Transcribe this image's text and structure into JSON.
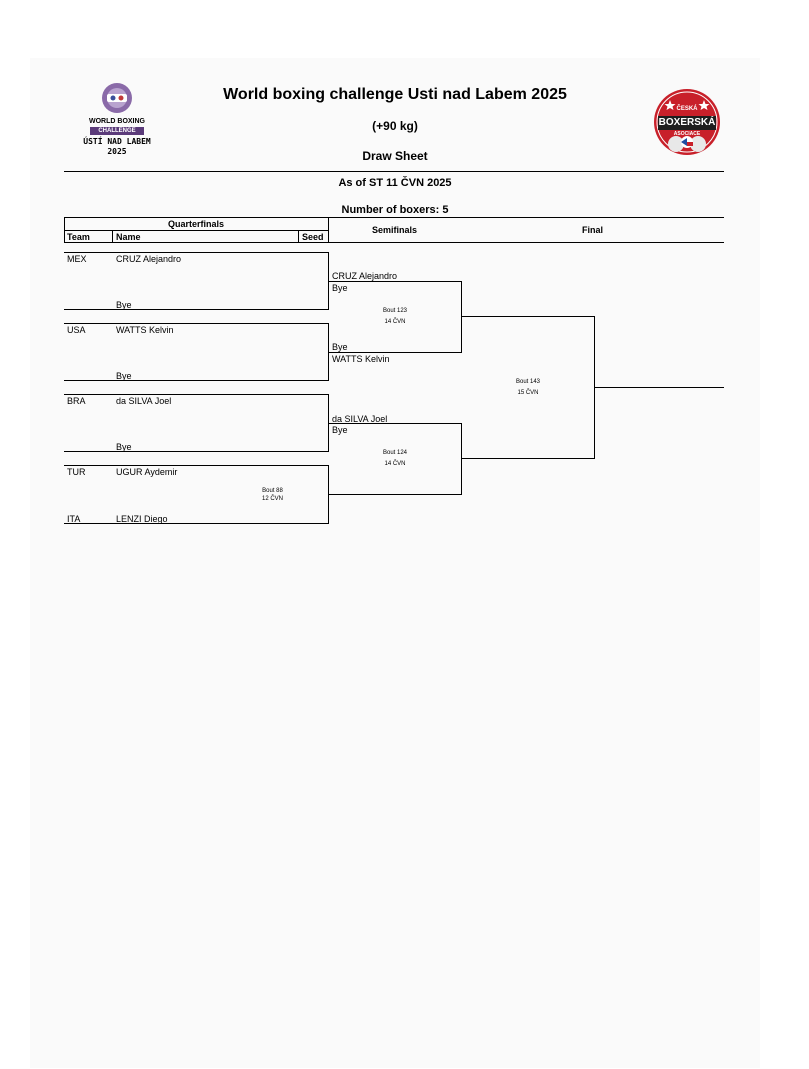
{
  "header": {
    "event_title": "World boxing challenge Usti nad Labem 2025",
    "weight_class": "(+90 kg)",
    "sheet_title": "Draw Sheet",
    "as_of": "As of ST 11 ČVN 2025",
    "boxer_count": "Number of boxers: 5"
  },
  "logo_left": {
    "line1": "WORLD BOXING",
    "line2": "CHALLENGE",
    "line3": "ÚSTÍ NAD LABEM",
    "line4": "2025"
  },
  "logo_right": {
    "line1": "ČESKÁ",
    "line2": "BOXERSKÁ",
    "line3": "ASOCIACE"
  },
  "columns": {
    "quarterfinals": "Quarterfinals",
    "team": "Team",
    "name": "Name",
    "seed": "Seed",
    "semifinals": "Semifinals",
    "final": "Final"
  },
  "quarterfinals": [
    {
      "team": "MEX",
      "name": "CRUZ Alejandro",
      "opponent": "Bye"
    },
    {
      "team": "USA",
      "name": "WATTS Kelvin",
      "opponent": "Bye"
    },
    {
      "team": "BRA",
      "name": "da SILVA Joel",
      "opponent": "Bye"
    },
    {
      "team": "TUR",
      "name": "UGUR Aydemir",
      "opponent_team": "ITA",
      "opponent": "LENZI Diego",
      "bout": "Bout 88",
      "date": "12 ČVN"
    }
  ],
  "semifinals": [
    {
      "top": "CRUZ Alejandro",
      "bottom": "Bye",
      "bout": "Bout 123",
      "date": "14 ČVN"
    },
    {
      "top": "Bye",
      "bottom": "WATTS Kelvin",
      "extra_top": "da SILVA Joel",
      "extra_bottom": "Bye",
      "bout": "Bout 124",
      "date": "14 ČVN"
    }
  ],
  "final": {
    "bout": "Bout 143",
    "date": "15 ČVN"
  }
}
